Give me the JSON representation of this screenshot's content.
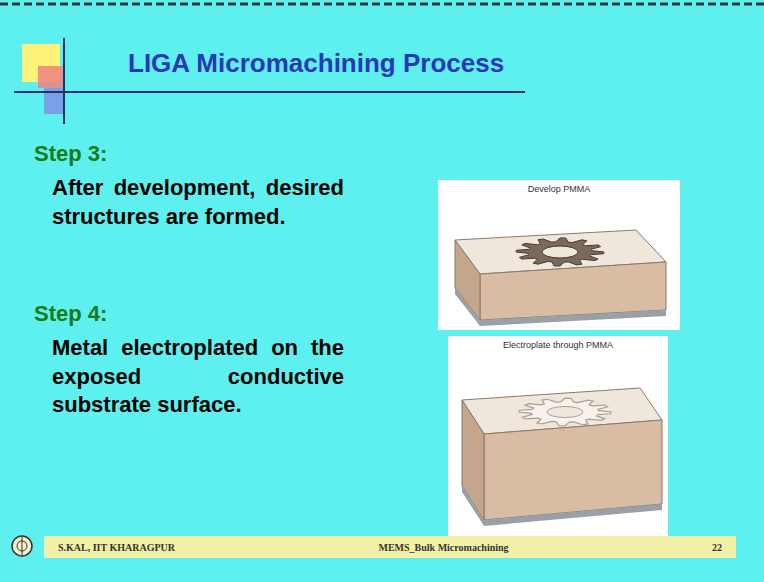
{
  "diagram": {
    "title": "LIGA Micromachining Process",
    "nodes": [
      {
        "text": [
          "Develop PMMA"
        ]
      },
      {
        "text": [
          "Electroplate through PMMA"
        ]
      },
      {
        "text": [
          "S.KAL, IIT KHARAGPUR",
          "MEMS_Bulk Micromachining",
          "22"
        ]
      }
    ],
    "labels": [
      "Step 3:",
      "After development, desired structures are formed.",
      "Step 4:",
      "Metal electroplated on the exposed conductive substrate surface."
    ]
  }
}
